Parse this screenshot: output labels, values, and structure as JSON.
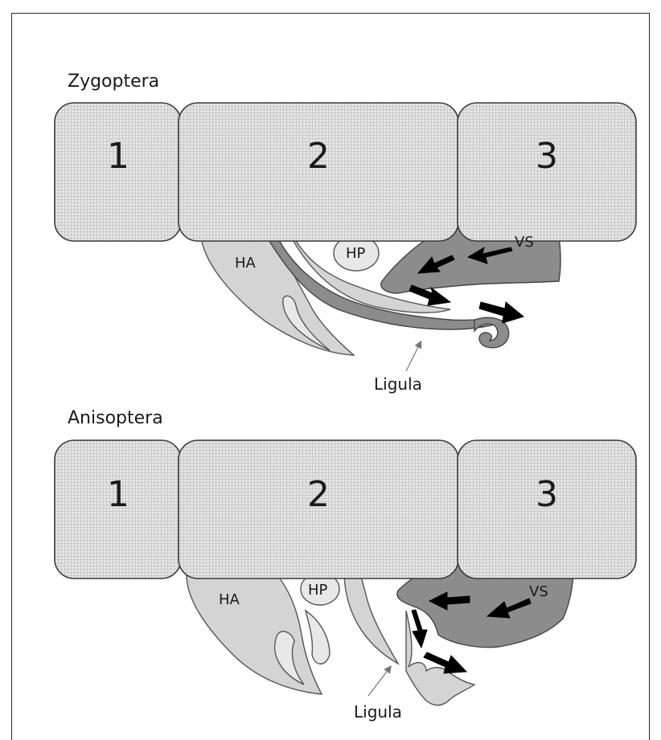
{
  "panels": [
    {
      "title": "Zygoptera",
      "segments": [
        "1",
        "2",
        "3"
      ],
      "labels": {
        "ha": "HA",
        "hp": "HP",
        "vs": "VS",
        "ligula": "Ligula"
      }
    },
    {
      "title": "Anisoptera",
      "segments": [
        "1",
        "2",
        "3"
      ],
      "labels": {
        "ha": "HA",
        "hp": "HP",
        "vs": "VS",
        "ligula": "Ligula"
      }
    }
  ]
}
